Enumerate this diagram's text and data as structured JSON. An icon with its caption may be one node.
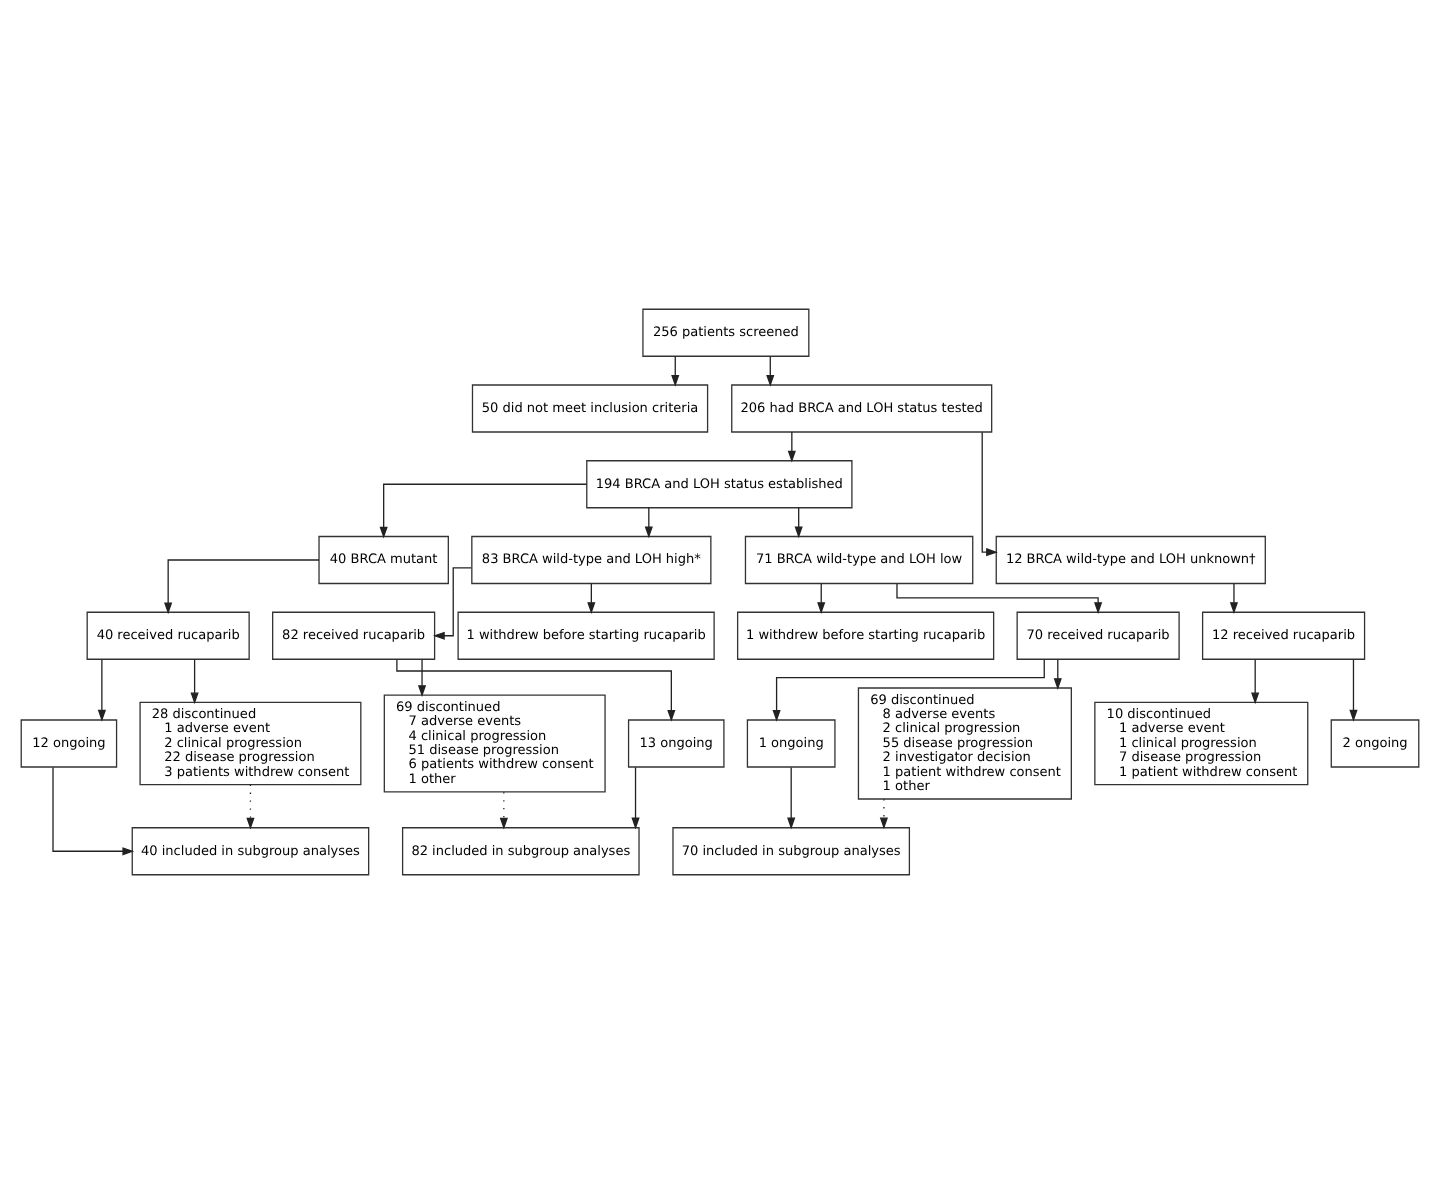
{
  "diagram": {
    "nodes": [
      {
        "text": [
          "256 patients screened"
        ]
      },
      {
        "text": [
          "50 did not meet inclusion criteria"
        ]
      },
      {
        "text": [
          "206 had BRCA and LOH status tested"
        ]
      },
      {
        "text": [
          "194 BRCA and LOH status established"
        ]
      },
      {
        "text": [
          "40 BRCA mutant"
        ]
      },
      {
        "text": [
          "83 BRCA wild-type and LOH high*"
        ]
      },
      {
        "text": [
          "71 BRCA wild-type and LOH low"
        ]
      },
      {
        "text": [
          "12 BRCA wild-type and LOH unknown†"
        ]
      },
      {
        "text": [
          "1 withdrew before starting rucaparib"
        ]
      },
      {
        "text": [
          "1 withdrew before starting rucaparib"
        ]
      },
      {
        "text": [
          "40 received rucaparib"
        ]
      },
      {
        "text": [
          "82 received rucaparib"
        ]
      },
      {
        "text": [
          "70 received rucaparib"
        ]
      },
      {
        "text": [
          "12 received rucaparib"
        ]
      },
      {
        "text": [
          "28 discontinued",
          "1 adverse event",
          "2 clinical progression",
          "22 disease progression",
          "3 patients withdrew consent"
        ]
      },
      {
        "text": [
          "69 discontinued",
          "7 adverse events",
          "4 clinical progression",
          "51 disease progression",
          "6 patients withdrew consent",
          "1 other"
        ]
      },
      {
        "text": [
          "69 discontinued",
          "8 adverse events",
          "2 clinical progression",
          "55 disease progression",
          "2 investigator decision",
          "1 patient withdrew consent",
          "1 other"
        ]
      },
      {
        "text": [
          "10 discontinued",
          "1 adverse event",
          "1 clinical progression",
          "7 disease progression",
          "1 patient withdrew consent"
        ]
      },
      {
        "text": [
          "12 ongoing"
        ]
      },
      {
        "text": [
          "13 ongoing"
        ]
      },
      {
        "text": [
          "1 ongoing"
        ]
      },
      {
        "text": [
          "2 ongoing"
        ]
      },
      {
        "text": [
          "40 included in subgroup analyses"
        ]
      },
      {
        "text": [
          "82 included in subgroup analyses"
        ]
      },
      {
        "text": [
          "70 included in subgroup analyses"
        ]
      }
    ],
    "edges": [
      {
        "from": 0,
        "to": 2,
        "arrow": "to"
      },
      {
        "from": 0,
        "to": 1,
        "arrow": "to"
      },
      {
        "from": 2,
        "to": 3,
        "arrow": "to"
      },
      {
        "from": 2,
        "to": 7,
        "arrow": "to"
      },
      {
        "from": 3,
        "to": 4,
        "arrow": "to"
      },
      {
        "from": 3,
        "to": 5,
        "arrow": "to"
      },
      {
        "from": 3,
        "to": 6,
        "arrow": "to"
      },
      {
        "from": 5,
        "to": 8,
        "arrow": "to"
      },
      {
        "from": 6,
        "to": 9,
        "arrow": "to"
      },
      {
        "from": 4,
        "to": 10,
        "arrow": "to"
      },
      {
        "from": 5,
        "to": 11,
        "arrow": "to"
      },
      {
        "from": 6,
        "to": 12,
        "arrow": "to"
      },
      {
        "from": 7,
        "to": 13,
        "arrow": "to"
      },
      {
        "from": 10,
        "to": 14,
        "arrow": "to"
      },
      {
        "from": 11,
        "to": 15,
        "arrow": "to"
      },
      {
        "from": 12,
        "to": 16,
        "arrow": "to"
      },
      {
        "from": 13,
        "to": 17,
        "arrow": "to"
      },
      {
        "from": 10,
        "to": 18,
        "arrow": "to"
      },
      {
        "from": 11,
        "to": 19,
        "arrow": "to"
      },
      {
        "from": 12,
        "to": 20,
        "arrow": "to"
      },
      {
        "from": 13,
        "to": 21,
        "arrow": "to"
      },
      {
        "from": 18,
        "to": 22,
        "arrow": "to"
      },
      {
        "from": 19,
        "to": 23,
        "arrow": "to"
      },
      {
        "from": 20,
        "to": 24,
        "arrow": "to"
      },
      {
        "from": 14,
        "to": 22,
        "arrow": "to",
        "style": "dashed"
      },
      {
        "from": 15,
        "to": 23,
        "arrow": "to",
        "style": "dashed"
      },
      {
        "from": 16,
        "to": 24,
        "arrow": "to",
        "style": "dashed"
      }
    ]
  }
}
